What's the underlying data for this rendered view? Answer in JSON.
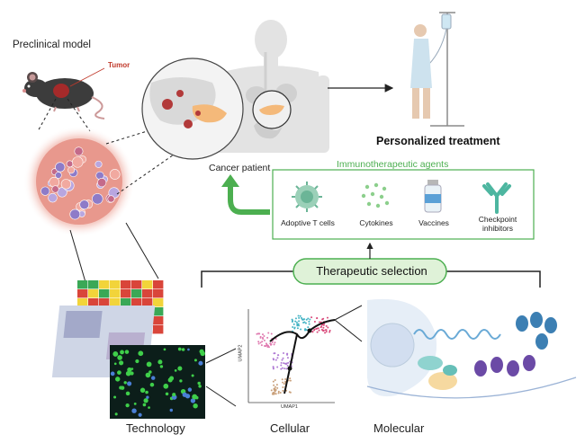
{
  "labels": {
    "preclinical": "Preclinical model",
    "tumor": "Tumor",
    "cancer_patient": "Cancer patient",
    "personalized": "Personalized treatment",
    "immuno_title": "Immunotherapeutic agents",
    "therapeutic_selection": "Therapeutic selection",
    "technology": "Technology",
    "cellular": "Cellular",
    "molecular": "Molecular",
    "umap_x": "UMAP1",
    "umap_y": "UMAP2"
  },
  "agents": [
    {
      "label": "Adoptive T cells"
    },
    {
      "label": "Cytokines"
    },
    {
      "label": "Vaccines"
    },
    {
      "label": "Checkpoint\ninhibitors"
    }
  ],
  "colors": {
    "green": "#4caf50",
    "select_box_fill": "#dff2d8",
    "tumor_red": "#c0392b",
    "body_grey": "#e3e3e3"
  },
  "heatmap": {
    "rows": [
      [
        "g",
        "g",
        "y",
        "y",
        "r",
        "r",
        "y",
        "r"
      ],
      [
        "r",
        "y",
        "g",
        "y",
        "r",
        "g",
        "r",
        "r"
      ],
      [
        "y",
        "r",
        "r",
        "y",
        "g",
        "r",
        "r",
        "y"
      ],
      [
        "r",
        "y",
        "r",
        "r",
        "r",
        "r",
        "r",
        "g"
      ],
      [
        "y",
        "r",
        "y",
        "r",
        "y",
        "r",
        "g",
        "r"
      ],
      [
        "r",
        "r",
        "y",
        "r",
        "r",
        "y",
        "r",
        "r"
      ]
    ]
  }
}
